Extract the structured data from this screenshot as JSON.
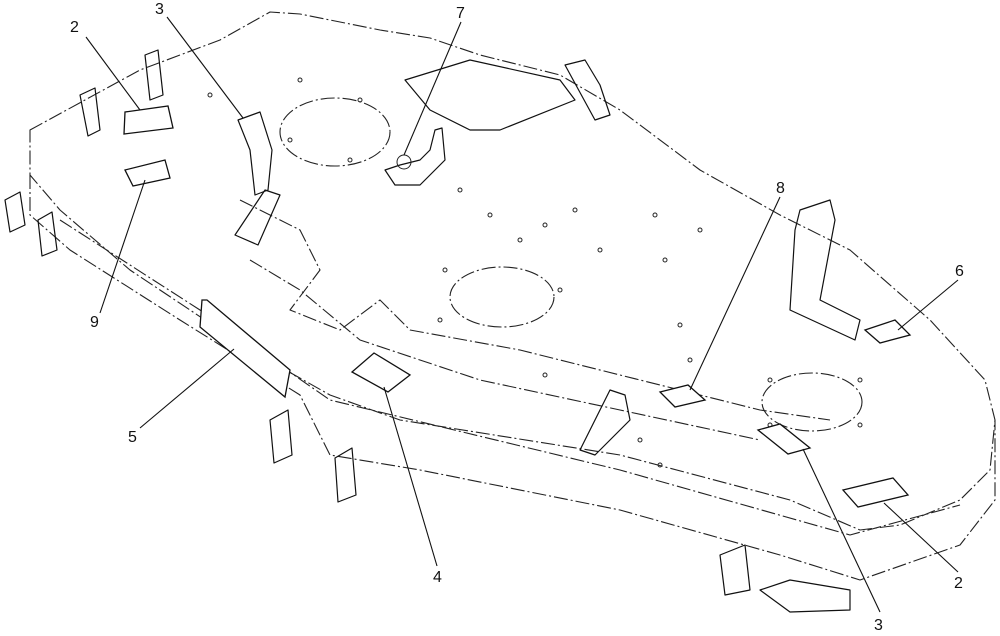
{
  "callouts": [
    {
      "id": "c-2a",
      "label": "2"
    },
    {
      "id": "c-3a",
      "label": "3"
    },
    {
      "id": "c-7",
      "label": "7"
    },
    {
      "id": "c-9",
      "label": "9"
    },
    {
      "id": "c-5",
      "label": "5"
    },
    {
      "id": "c-4",
      "label": "4"
    },
    {
      "id": "c-8",
      "label": "8"
    },
    {
      "id": "c-6",
      "label": "6"
    },
    {
      "id": "c-3b",
      "label": "3"
    },
    {
      "id": "c-2b",
      "label": "2"
    }
  ],
  "colors": {
    "line": "#111111",
    "background": "#ffffff"
  }
}
